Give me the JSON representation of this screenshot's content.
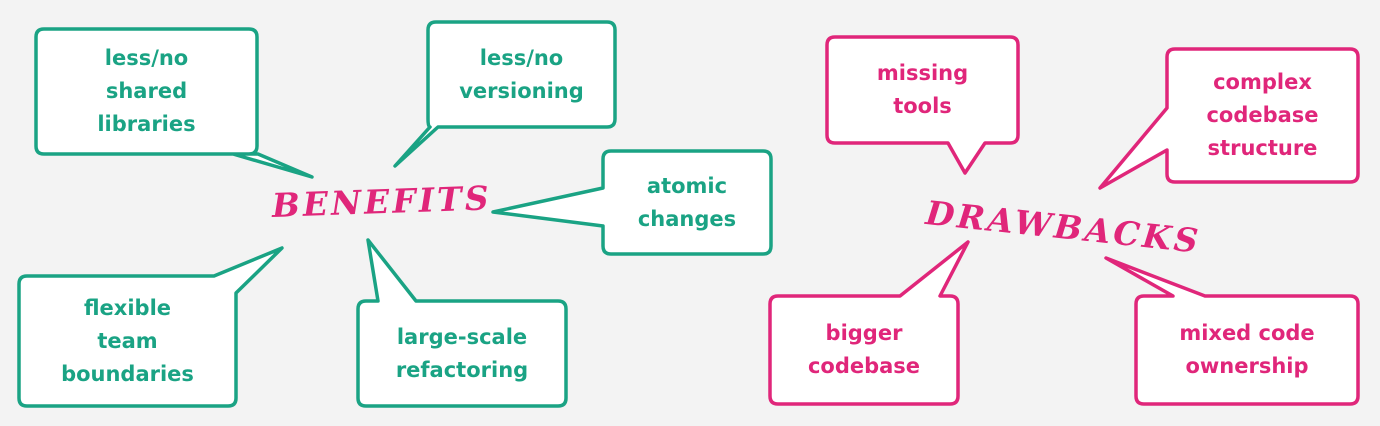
{
  "colors": {
    "background": "#f3f3f3",
    "benefit": "#1aa384",
    "drawback": "#e0267a",
    "bubble_fill": "#ffffff"
  },
  "hubs": {
    "benefits": "BENEFITS",
    "drawbacks": "DRAWBACKS"
  },
  "benefits": [
    {
      "lines": [
        "less/no",
        "shared",
        "libraries"
      ]
    },
    {
      "lines": [
        "less/no",
        "versioning"
      ]
    },
    {
      "lines": [
        "atomic",
        "changes"
      ]
    },
    {
      "lines": [
        "flexible",
        "team",
        "boundaries"
      ]
    },
    {
      "lines": [
        "large-scale",
        "refactoring"
      ]
    }
  ],
  "drawbacks": [
    {
      "lines": [
        "missing",
        "tools"
      ]
    },
    {
      "lines": [
        "complex",
        "codebase",
        "structure"
      ]
    },
    {
      "lines": [
        "bigger",
        "codebase"
      ]
    },
    {
      "lines": [
        "mixed code",
        "ownership"
      ]
    }
  ]
}
